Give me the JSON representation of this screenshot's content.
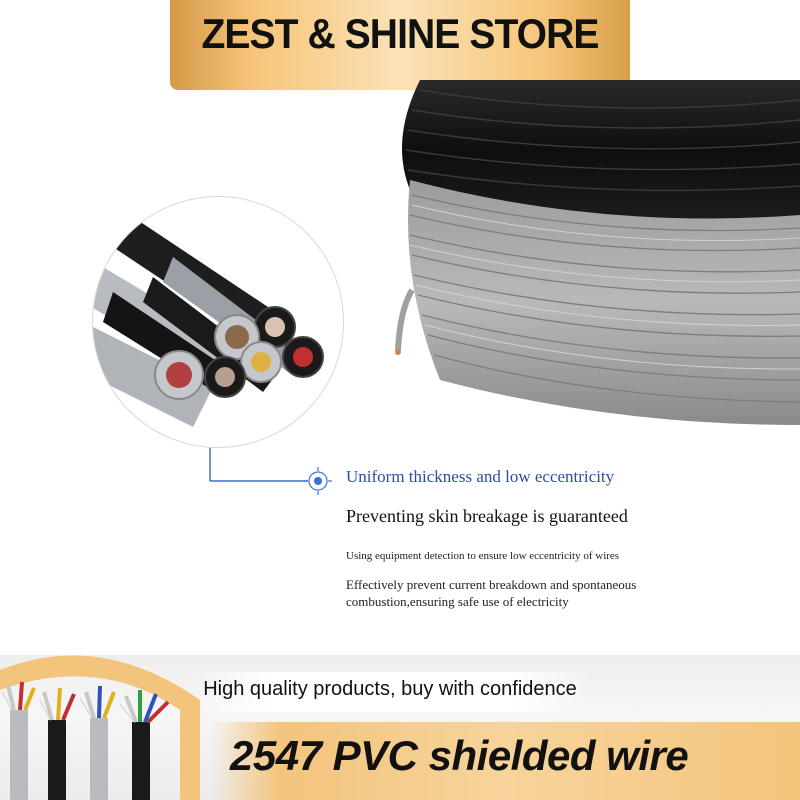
{
  "header": {
    "store_name": "ZEST & SHINE STORE"
  },
  "feature": {
    "title": "Uniform thickness and low eccentricity",
    "subtitle": "Preventing skin breakage is guaranteed",
    "note": "Using equipment detection to ensure low eccentricity of wires",
    "description": "Effectively prevent current breakdown and spontaneous combustion,ensuring safe use of electricity"
  },
  "footer": {
    "tagline": "High quality products, buy with confidence",
    "product_title": "2547 PVC shielded wire"
  },
  "colors": {
    "gold": "#f3c47c",
    "accent_blue": "#2a4fa0",
    "marker_blue": "#3b6fe0"
  }
}
